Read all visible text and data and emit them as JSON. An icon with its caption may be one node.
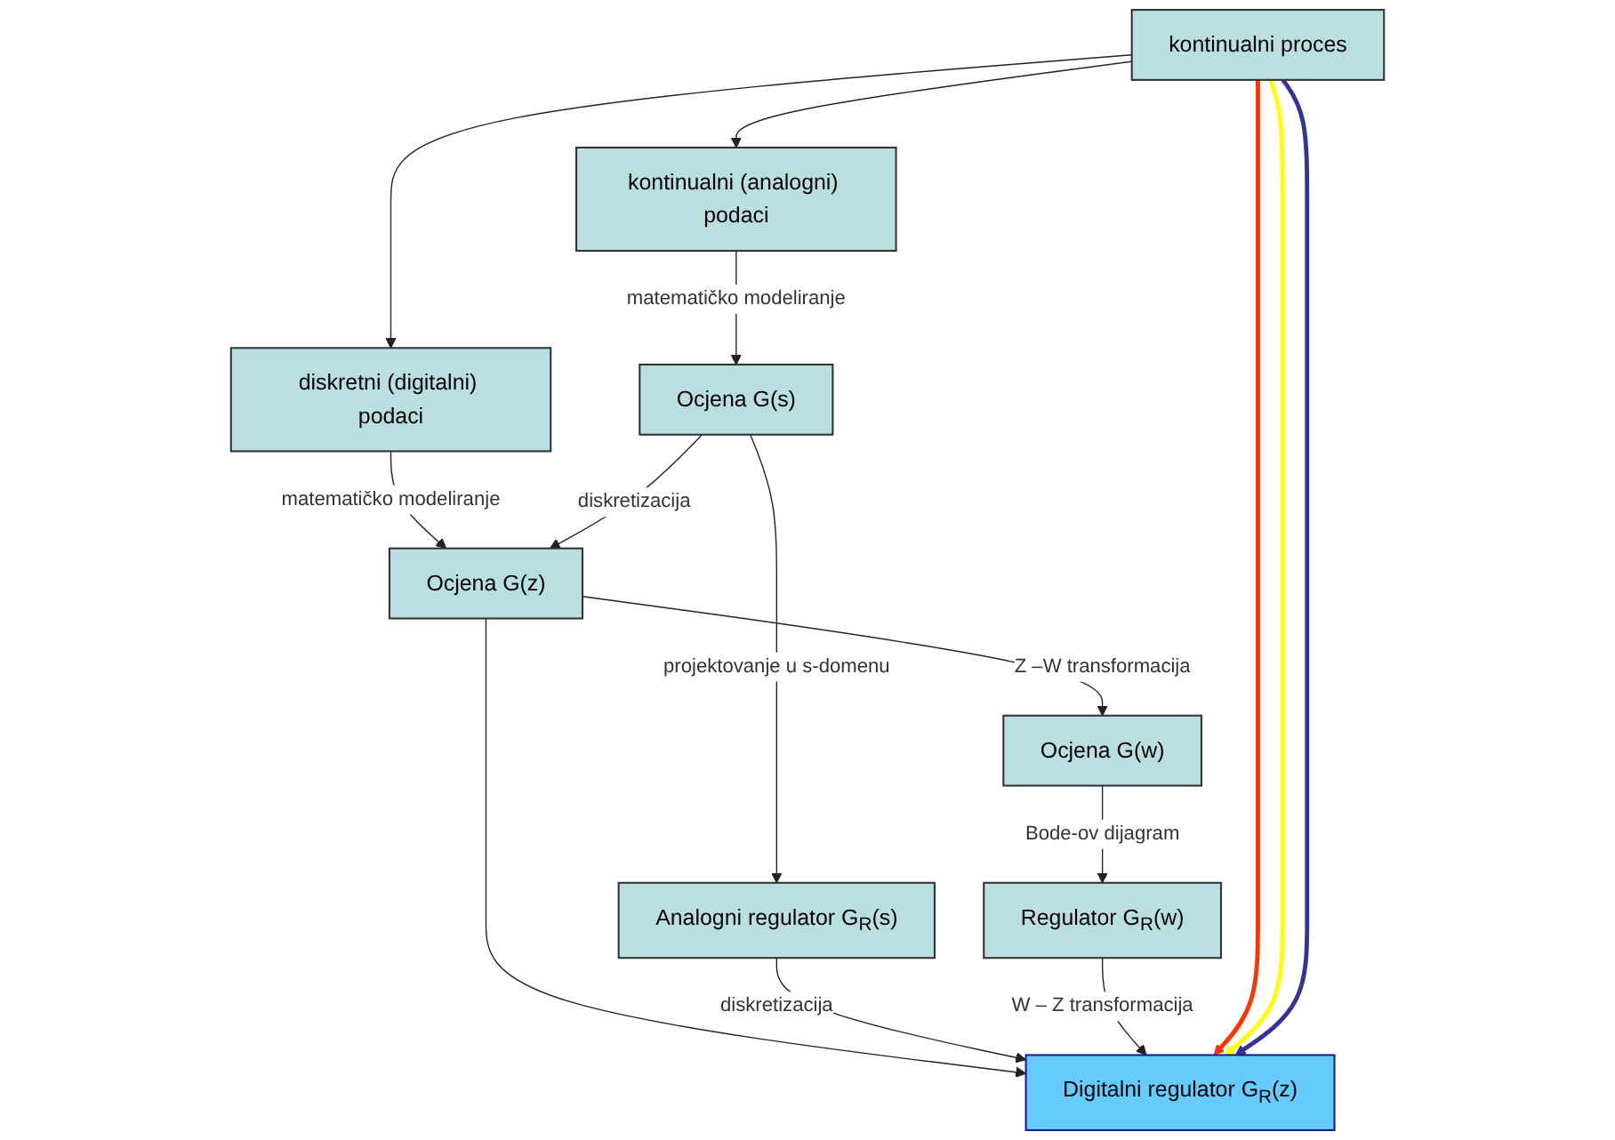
{
  "diagram": {
    "nodes": [
      {
        "text": [
          "kontinualni proces"
        ]
      },
      {
        "text": [
          "kontinualni (analogni) podaci"
        ]
      },
      {
        "text": [
          "diskretni (digitalni) podaci"
        ]
      },
      {
        "text": [
          "Ocjena G(s)"
        ]
      },
      {
        "text": [
          "Ocjena G(z)"
        ]
      },
      {
        "text": [
          "Ocjena G(w)"
        ]
      },
      {
        "text": [
          "Analogni regulator G$_{R}$(s)"
        ]
      },
      {
        "text": [
          "Digitalni regulator G$_{R}$(z)"
        ]
      },
      {
        "text": [
          "Regulator G$_{R}$(w)"
        ]
      }
    ],
    "edges": [
      {
        "from": 0,
        "to": 1,
        "arrow": "to"
      },
      {
        "from": 0,
        "to": 2,
        "arrow": "to"
      },
      {
        "from": 1,
        "to": 3,
        "arrow": "to",
        "label": "matematičko modeliranje"
      },
      {
        "from": 2,
        "to": 4,
        "arrow": "to",
        "label": "matematičko modeliranje"
      },
      {
        "from": 3,
        "to": 4,
        "arrow": "to",
        "label": "diskretizacija"
      },
      {
        "from": 4,
        "to": 5,
        "arrow": "to",
        "label": "Z –W transformacija"
      },
      {
        "from": 3,
        "to": 6,
        "arrow": "to",
        "label": "projektovanje u s-domenu"
      },
      {
        "from": 4,
        "to": 7,
        "arrow": "to"
      },
      {
        "from": 5,
        "to": 8,
        "arrow": "to",
        "label": "Bode-ov dijagram"
      },
      {
        "from": 6,
        "to": 7,
        "arrow": "to",
        "label": "diskretizacija"
      },
      {
        "from": 8,
        "to": 7,
        "arrow": "to",
        "label": "W – Z transformacija"
      },
      {
        "from": 0,
        "to": 7,
        "arrow": "to",
        "style": "thick",
        "color": "#ff3300"
      },
      {
        "from": 0,
        "to": 7,
        "arrow": "to",
        "style": "thick",
        "color": "#ffff00"
      },
      {
        "from": 0,
        "to": 7,
        "arrow": "to",
        "style": "thick",
        "color": "#333399"
      }
    ]
  }
}
